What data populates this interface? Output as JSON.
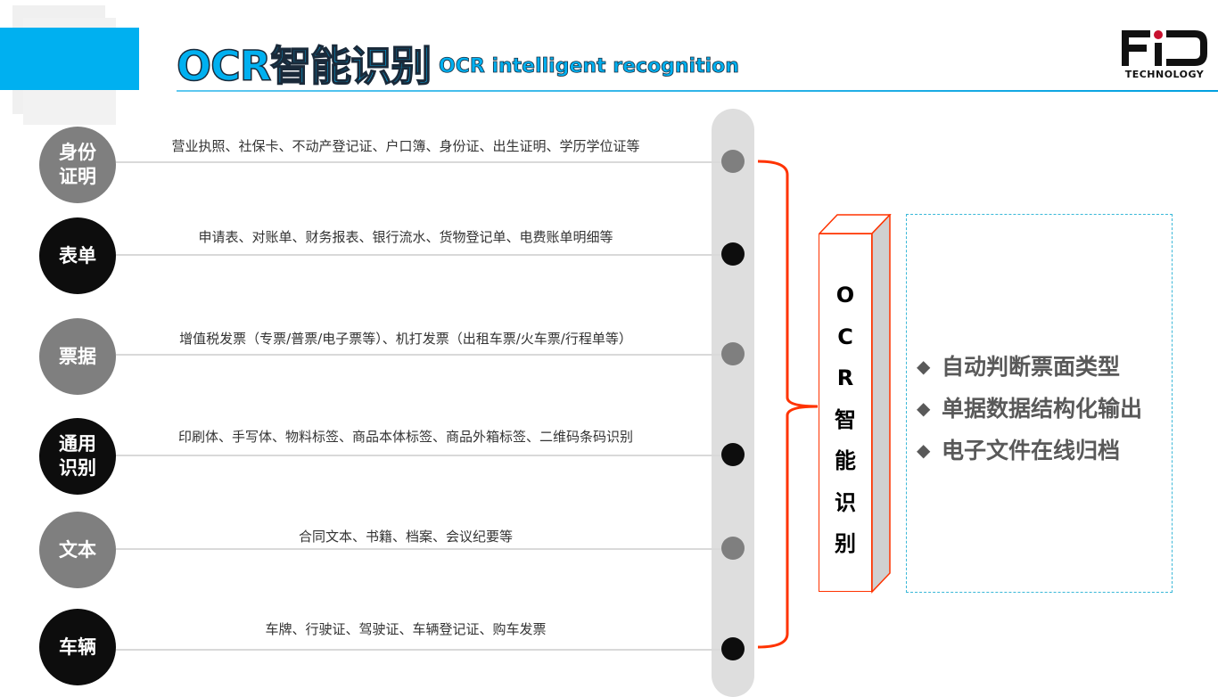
{
  "header": {
    "title": "OCR智能识别",
    "subtitle": "OCR intelligent recognition",
    "logo_text": "TECHNOLOGY",
    "logo_mark": "FiD"
  },
  "categories": [
    {
      "label_line1": "身份",
      "label_line2": "证明",
      "desc": "营业执照、社保卡、不动产登记证、户口簿、身份证、出生证明、学历学位证等",
      "color": "#7f7f7f"
    },
    {
      "label_line1": "表单",
      "label_line2": "",
      "desc": "申请表、对账单、财务报表、银行流水、货物登记单、电费账单明细等",
      "color": "#0d0d0d"
    },
    {
      "label_line1": "票据",
      "label_line2": "",
      "desc": "增值税发票（专票/普票/电子票等）、机打发票（出租车票/火车票/行程单等）",
      "color": "#7f7f7f"
    },
    {
      "label_line1": "通用",
      "label_line2": "识别",
      "desc": "印刷体、手写体、物料标签、商品本体标签、商品外箱标签、二维码条码识别",
      "color": "#0d0d0d"
    },
    {
      "label_line1": "文本",
      "label_line2": "",
      "desc": "合同文本、书籍、档案、会议纪要等",
      "color": "#7f7f7f"
    },
    {
      "label_line1": "车辆",
      "label_line2": "",
      "desc": "车牌、行驶证、驾驶证、车辆登记证、购车发票",
      "color": "#0d0d0d"
    }
  ],
  "center_box": {
    "chars": [
      "O",
      "C",
      "R",
      "智",
      "能",
      "识",
      "别"
    ]
  },
  "features": {
    "bullet": "◆",
    "items": [
      "自动判断票面类型",
      "单据数据结构化输出",
      "电子文件在线归档"
    ]
  },
  "colors": {
    "accent": "#00b0f0",
    "brace": "#ff3300"
  }
}
